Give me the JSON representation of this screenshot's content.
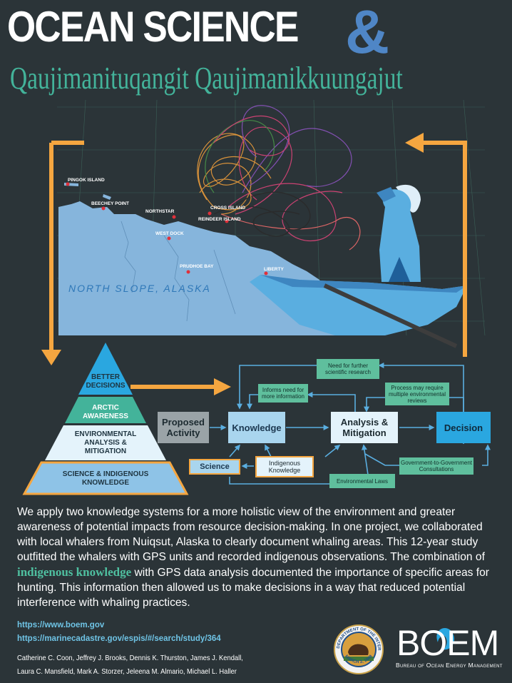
{
  "title": {
    "main": "OCEAN SCIENCE",
    "ampersand": "&",
    "subtitle": "Qaujimanituqangit Qaujimanikkuungajut"
  },
  "map": {
    "region_label": "NORTH SLOPE, ALASKA",
    "places": [
      "PINGOK ISLAND",
      "BEECHEY POINT",
      "NORTHSTAR",
      "CROSS ISLAND",
      "REINDEER ISLAND",
      "WEST DOCK",
      "PRUDHOE BAY",
      "LIBERTY"
    ]
  },
  "pyramid": {
    "levels": [
      {
        "line1": "BETTER",
        "line2": "DECISIONS",
        "line3": ""
      },
      {
        "line1": "ARCTIC",
        "line2": "AWARENESS",
        "line3": ""
      },
      {
        "line1": "ENVIRONMENTAL",
        "line2": "ANALYSIS &",
        "line3": "MITIGATION"
      },
      {
        "line1": "SCIENCE & INDIGENOUS",
        "line2": "KNOWLEDGE",
        "line3": ""
      }
    ]
  },
  "flow": {
    "proposed_1": "Proposed",
    "proposed_2": "Activity",
    "knowledge": "Knowledge",
    "analysis_1": "Analysis &",
    "analysis_2": "Mitigation",
    "decision": "Decision",
    "science": "Science",
    "indigenous_1": "Indigenous",
    "indigenous_2": "Knowledge",
    "need_1": "Need for further",
    "need_2": "scientific research",
    "informs_1": "Informs need for",
    "informs_2": "more information",
    "process_1": "Process may require",
    "process_2": "multiple environmental",
    "process_3": "reviews",
    "gov_1": "Government-to-Government",
    "gov_2": "Consultations",
    "laws": "Environmental Laws"
  },
  "body": {
    "before": "We apply two knowledge systems for a more holistic view of the environment and greater awareness of potential impacts from resource decision-making. In one project, we collaborated with local whalers from Nuiqsut, Alaska to clearly document whaling areas. This 12-year study outfitted the whalers with GPS units and recorded indigenous observations. The combination of ",
    "highlight": "indigenous knowledge",
    "after": " with GPS data analysis documented the importance of specific areas for hunting. This information then allowed us to make decisions in a way that reduced potential interference with whaling practices."
  },
  "links": [
    "https://www.boem.gov",
    "https://marinecadastre.gov/espis/#/search/study/364"
  ],
  "authors": [
    "Catherine C. Coon, Jeffrey J. Brooks, Dennis K. Thurston, James J. Kendall,",
    "Laura C. Mansfield, Mark A. Storzer, Jeleena M. Almario, Michael L. Haller"
  ],
  "seal": {
    "top": "U.S. DEPARTMENT OF THE INTERIOR",
    "bottom": "MARCH 3, 1849"
  },
  "logo": {
    "mark": "BOEM",
    "name": "Bureau of Ocean Energy Management"
  },
  "colors": {
    "teal": "#43b39a",
    "blue": "#4f86c6",
    "arrow_orange": "#f5a640",
    "decision_blue": "#2aa7e0",
    "land": "#86b5dc"
  }
}
